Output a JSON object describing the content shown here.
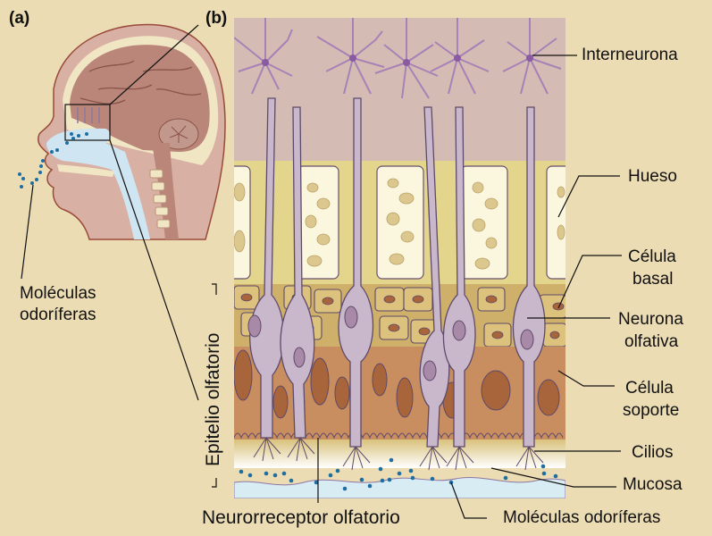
{
  "figure": {
    "panel_a_tag": "(a)",
    "panel_b_tag": "(b)",
    "panel_a_description": "Corte sagital de la cabeza",
    "panel_b_description": "Epitelio olfatorio ampliado",
    "labels": {
      "interneurona": "Interneurona",
      "hueso": "Hueso",
      "celula_basal_line1": "Célula",
      "celula_basal_line2": "basal",
      "neurona_olfativa_line1": "Neurona",
      "neurona_olfativa_line2": "olfativa",
      "celula_soporte_line1": "Célula",
      "celula_soporte_line2": "soporte",
      "cilios": "Cilios",
      "mucosa": "Mucosa",
      "moleculas_bottom": "Moléculas odoríferas",
      "neurorreceptor": "Neurorreceptor olfatorio",
      "epitelio": "Epitelio olfatorio",
      "moleculas_left_line1": "Moléculas",
      "moleculas_left_line2": "odoríferas"
    },
    "colors": {
      "background": "#ecdcb4",
      "brain": "#b98679",
      "brain_region": "#d4bcb4",
      "neuron": "#c9b8cc",
      "neuron_outline": "#5e4a6a",
      "interneuron": "#a682b6",
      "bone_layer": "#e3d58c",
      "bone_marrow": "#fbf6de",
      "basal_cell": "#cfb06a",
      "support_cell": "#c98e60",
      "nucleus": "#a8643a",
      "mucus": "#d8ecf4",
      "molecule": "#1e6ea2"
    }
  }
}
